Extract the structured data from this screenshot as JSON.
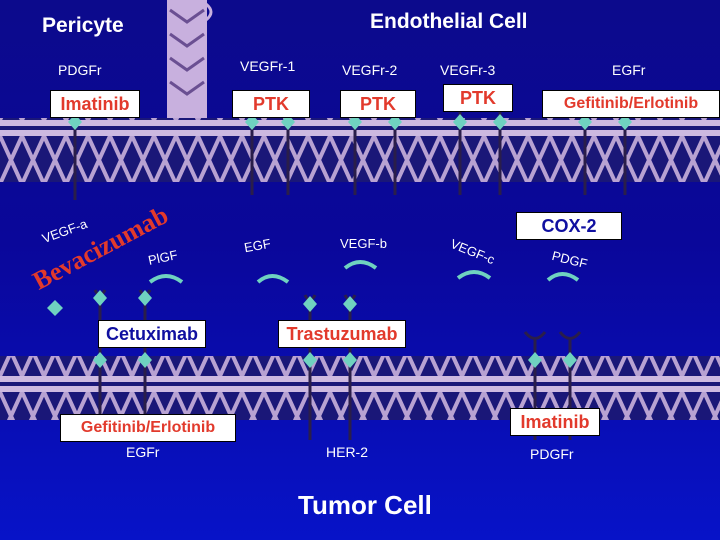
{
  "titles": {
    "pericyte": "Pericyte",
    "endothelial": "Endothelial Cell",
    "tumor": "Tumor Cell"
  },
  "receptors_top": {
    "pdgfr": "PDGFr",
    "vegfr1": "VEGFr-1",
    "vegfr2": "VEGFr-2",
    "vegfr3": "VEGFr-3",
    "egfr": "EGFr"
  },
  "drug_boxes_top": {
    "imatinib": "Imatinib",
    "ptk1": "PTK",
    "ptk2": "PTK",
    "ptk3": "PTK",
    "gefitinib": "Gefitinib/Erlotinib"
  },
  "cox2": "COX-2",
  "ligands": {
    "vegfa": "VEGF-a",
    "bevacizumab": "Bevacizumab",
    "plgf": "PlGF",
    "egf": "EGF",
    "vegfb": "VEGF-b",
    "vegfc": "VEGF-c",
    "pdgf": "PDGF"
  },
  "drug_boxes_mid": {
    "cetuximab": "Cetuximab",
    "trastuzumab": "Trastuzumab"
  },
  "drug_boxes_bottom": {
    "gefitinib": "Gefitinib/Erlotinib",
    "imatinib": "Imatinib"
  },
  "receptors_bottom": {
    "egfr": "EGFr",
    "her2": "HER-2",
    "pdgfr": "PDGFr"
  },
  "colors": {
    "membrane": "#b6a0cf",
    "receptor": "#2a1e4a",
    "marker": "#6fd2c0",
    "red_text": "#e23a2c",
    "blue_text": "#1010a0"
  }
}
